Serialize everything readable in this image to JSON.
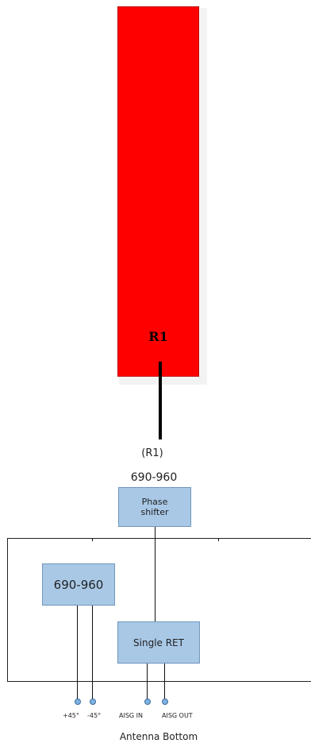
{
  "radiator": {
    "label": "R1",
    "color": "#ff0000"
  },
  "connector_label": "(R1)",
  "band_label": "690-960",
  "phase_shifter": {
    "label_line1": "Phase",
    "label_line2": "shifter"
  },
  "inner_band_box": {
    "label": "690-960"
  },
  "ret_box": {
    "label": "Single RET"
  },
  "ports": [
    {
      "label": "+45°"
    },
    {
      "label": "-45°"
    },
    {
      "label": "AISG IN"
    },
    {
      "label": "AISG OUT"
    }
  ],
  "footer_label": "Antenna Bottom",
  "colors": {
    "box_fill": "#a8c8e6",
    "box_border": "#6f95bd",
    "port_dot": "#7fb2e0"
  }
}
